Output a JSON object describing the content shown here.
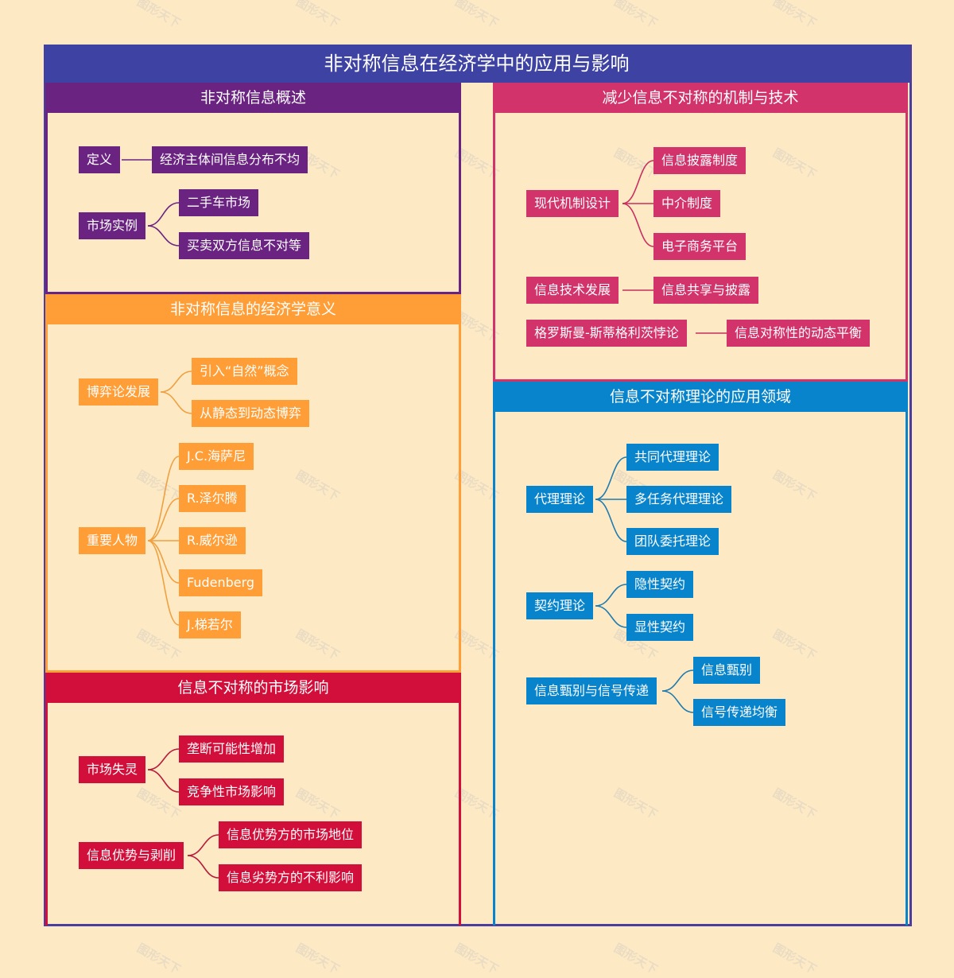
{
  "title": "非对称信息在经济学中的应用与影响",
  "watermark": "图形天下",
  "colors": {
    "background": "#fdeac5",
    "title_bar": "#3e42a3",
    "frame_border": "#4a3fa0",
    "overview": "#6b2382",
    "significance": "#ff9e36",
    "market_impact": "#d20f3a",
    "mechanisms": "#d1336a",
    "applications": "#0884cc"
  },
  "sections": {
    "overview": {
      "title": "非对称信息概述",
      "branches": [
        {
          "label": "定义",
          "children": [
            "经济主体间信息分布不均"
          ]
        },
        {
          "label": "市场实例",
          "children": [
            "二手车市场",
            "买卖双方信息不对等"
          ]
        }
      ]
    },
    "significance": {
      "title": "非对称信息的经济学意义",
      "branches": [
        {
          "label": "博弈论发展",
          "children": [
            "引入“自然”概念",
            "从静态到动态博弈"
          ]
        },
        {
          "label": "重要人物",
          "children": [
            "J.C.海萨尼",
            "R.泽尔腾",
            "R.威尔逊",
            "Fudenberg",
            "J.梯若尔"
          ]
        }
      ]
    },
    "market_impact": {
      "title": "信息不对称的市场影响",
      "branches": [
        {
          "label": "市场失灵",
          "children": [
            "垄断可能性增加",
            "竞争性市场影响"
          ]
        },
        {
          "label": "信息优势与剥削",
          "children": [
            "信息优势方的市场地位",
            "信息劣势方的不利影响"
          ]
        }
      ]
    },
    "mechanisms": {
      "title": "减少信息不对称的机制与技术",
      "branches": [
        {
          "label": "现代机制设计",
          "children": [
            "信息披露制度",
            "中介制度",
            "电子商务平台"
          ]
        },
        {
          "label": "信息技术发展",
          "children": [
            "信息共享与披露"
          ]
        },
        {
          "label": "格罗斯曼-斯蒂格利茨悖论",
          "children": [
            "信息对称性的动态平衡"
          ]
        }
      ]
    },
    "applications": {
      "title": "信息不对称理论的应用领域",
      "branches": [
        {
          "label": "代理理论",
          "children": [
            "共同代理理论",
            "多任务代理理论",
            "团队委托理论"
          ]
        },
        {
          "label": "契约理论",
          "children": [
            "隐性契约",
            "显性契约"
          ]
        },
        {
          "label": "信息甄别与信号传递",
          "children": [
            "信息甄别",
            "信号传递均衡"
          ]
        }
      ]
    }
  }
}
